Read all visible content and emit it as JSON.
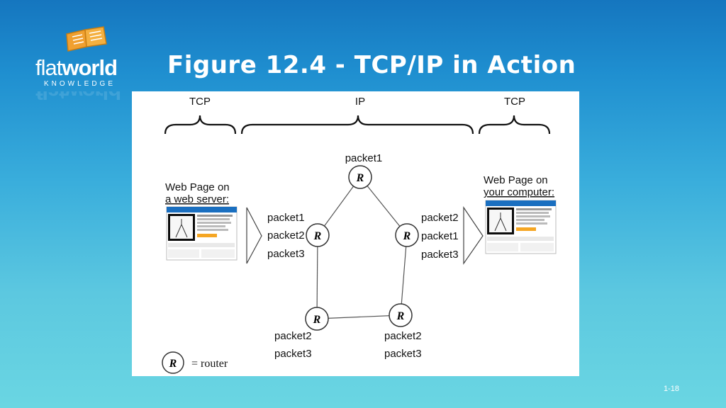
{
  "slide": {
    "title": "Figure 12.4 - TCP/IP in Action",
    "slide_number": "1-18"
  },
  "logo": {
    "word_light": "flat",
    "word_bold": "world",
    "subtitle": "KNOWLEDGE"
  },
  "diagram": {
    "brace_labels": {
      "left": "TCP",
      "middle": "IP",
      "right": "TCP"
    },
    "server_label_line1": "Web Page on",
    "server_label_line2": "a web server:",
    "computer_label_line1": "Web Page on",
    "computer_label_line2": "your computer:",
    "router_letter": "R",
    "legend_text": "= router",
    "packets": {
      "top": [
        "packet1"
      ],
      "left": [
        "packet1",
        "packet2",
        "packet3"
      ],
      "right": [
        "packet2",
        "packet1",
        "packet3"
      ],
      "bottom_left": [
        "packet2",
        "packet3"
      ],
      "bottom_right": [
        "packet2",
        "packet3"
      ]
    }
  },
  "colors": {
    "logo_orange": "#f0a030",
    "screenshot_blue": "#1a6fc0",
    "screenshot_orange": "#f5a623"
  }
}
